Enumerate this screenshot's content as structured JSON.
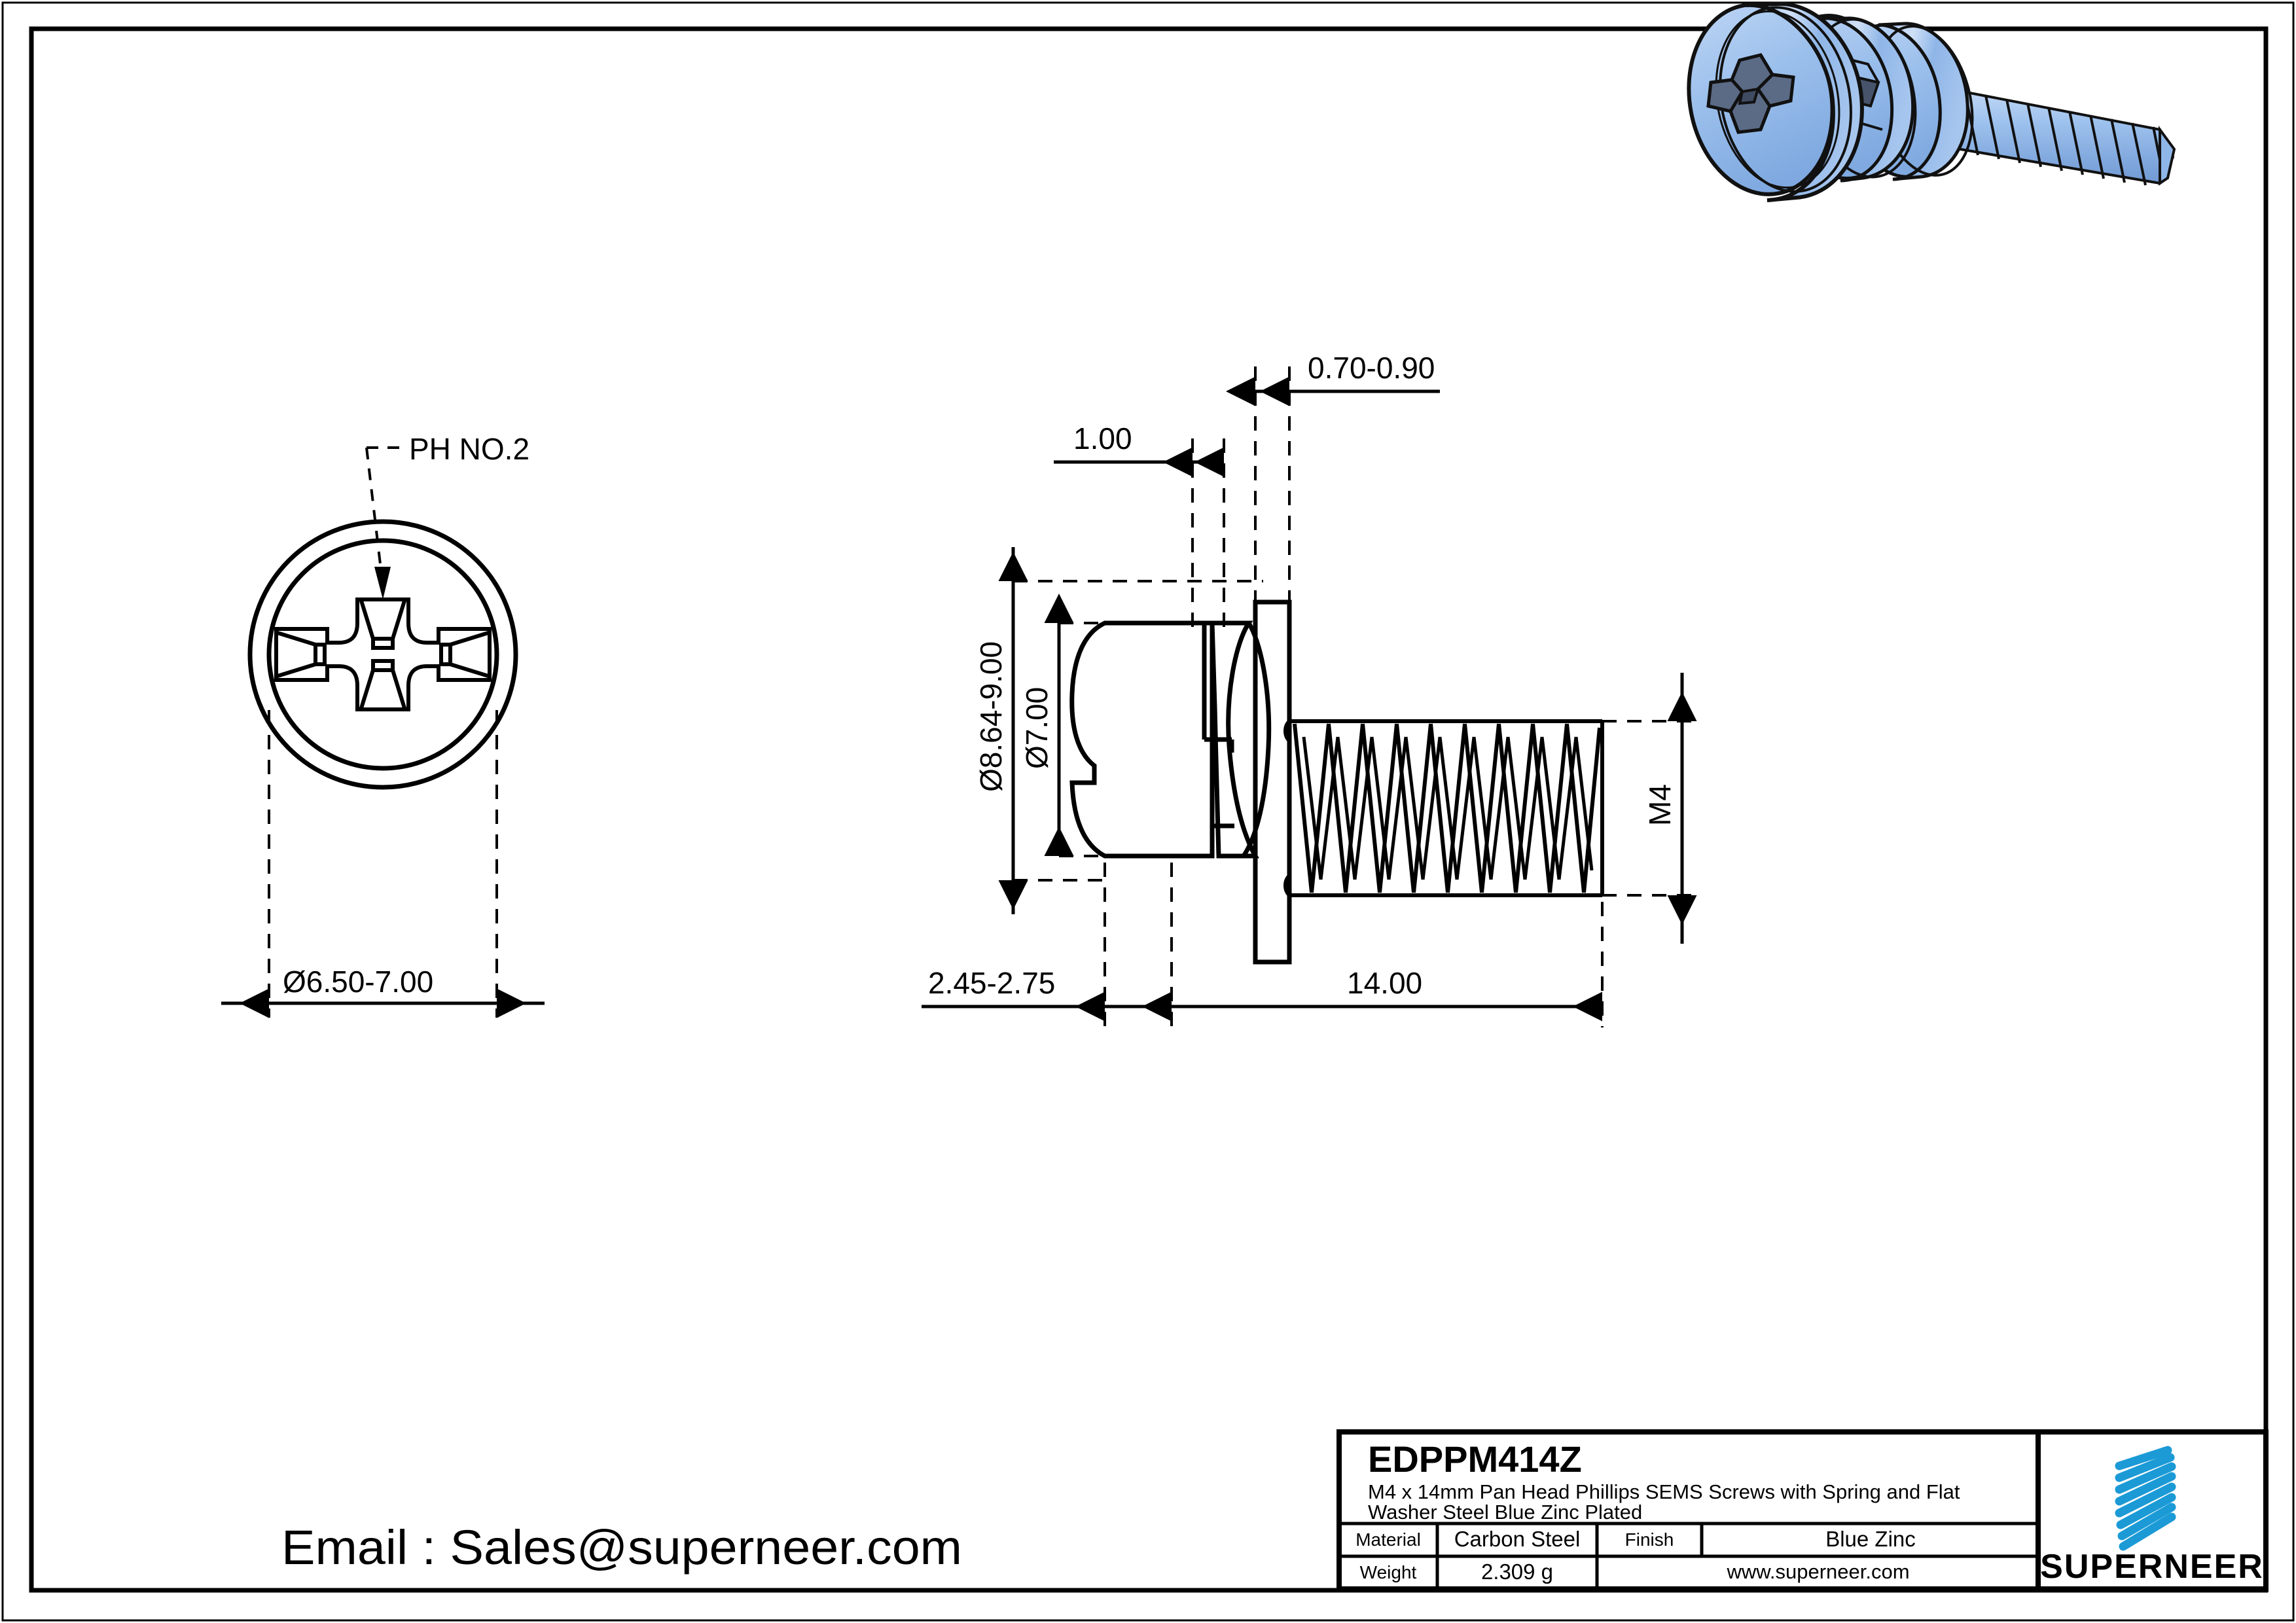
{
  "drawing": {
    "front_view": {
      "callout_label": "PH NO.2",
      "diameter_dimension": "Ø6.50-7.00"
    },
    "side_view": {
      "dim_washer_od": "Ø8.64-9.00",
      "dim_head_od": "Ø7.00",
      "dim_flat_washer_thickness": "0.70-0.90",
      "dim_spring_washer_thickness": "1.00",
      "dim_head_height": "2.45-2.75",
      "dim_thread_length": "14.00",
      "dim_thread_size": "M4"
    }
  },
  "email_line": "Email : Sales@superneer.com",
  "title_block": {
    "part_number": "EDPPM414Z",
    "description_line1": "M4 x 14mm Pan Head Phillips SEMS Screws with Spring and Flat",
    "description_line2": "Washer Steel Blue Zinc Plated",
    "material_label": "Material",
    "material_value": "Carbon Steel",
    "finish_label": "Finish",
    "finish_value": "Blue Zinc",
    "weight_label": "Weight",
    "weight_value": "2.309 g",
    "website": "www.superneer.com",
    "brand_name": "SUPERNEER",
    "brand_color": "#1b9ad6"
  }
}
